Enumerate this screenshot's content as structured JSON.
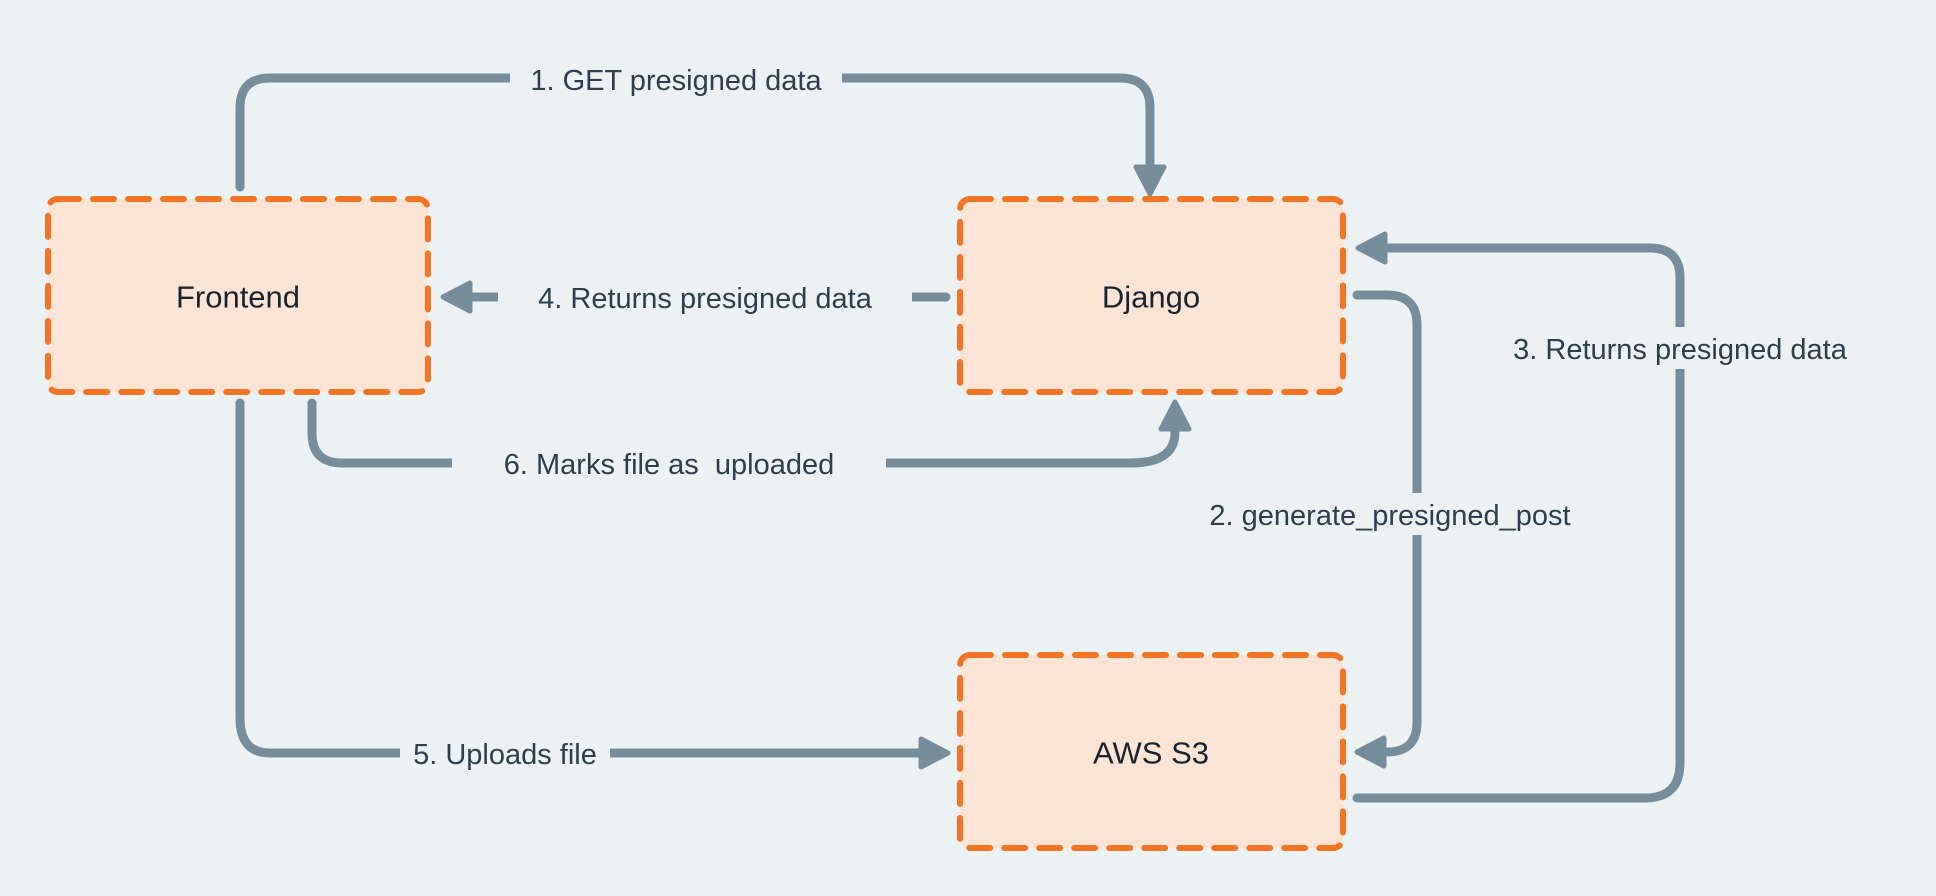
{
  "diagram": {
    "type": "flow-diagram",
    "description_colors": {
      "background": "#ECF1F4",
      "arrow": "#768D9B",
      "edge_label_text": "#2D3E4E",
      "node_label_text": "#182530",
      "node_border": "#F47421",
      "node_fill": "#FCE4D4"
    },
    "nodes": {
      "frontend": {
        "label": "Frontend"
      },
      "django": {
        "label": "Django"
      },
      "aws_s3": {
        "label": "AWS S3"
      }
    },
    "edges": {
      "e1": {
        "label": "1. GET presigned data",
        "from": "Frontend",
        "to": "Django"
      },
      "e2": {
        "label": "2. generate_presigned_post",
        "from": "Django",
        "to": "AWS S3"
      },
      "e3": {
        "label": "3. Returns presigned data",
        "from": "AWS S3",
        "to": "Django"
      },
      "e4": {
        "label": "4. Returns presigned data",
        "from": "Django",
        "to": "Frontend"
      },
      "e5": {
        "label": "5. Uploads file",
        "from": "Frontend",
        "to": "AWS S3"
      },
      "e6": {
        "label": "6. Marks file as  uploaded",
        "from": "Frontend",
        "to": "Django"
      }
    }
  }
}
